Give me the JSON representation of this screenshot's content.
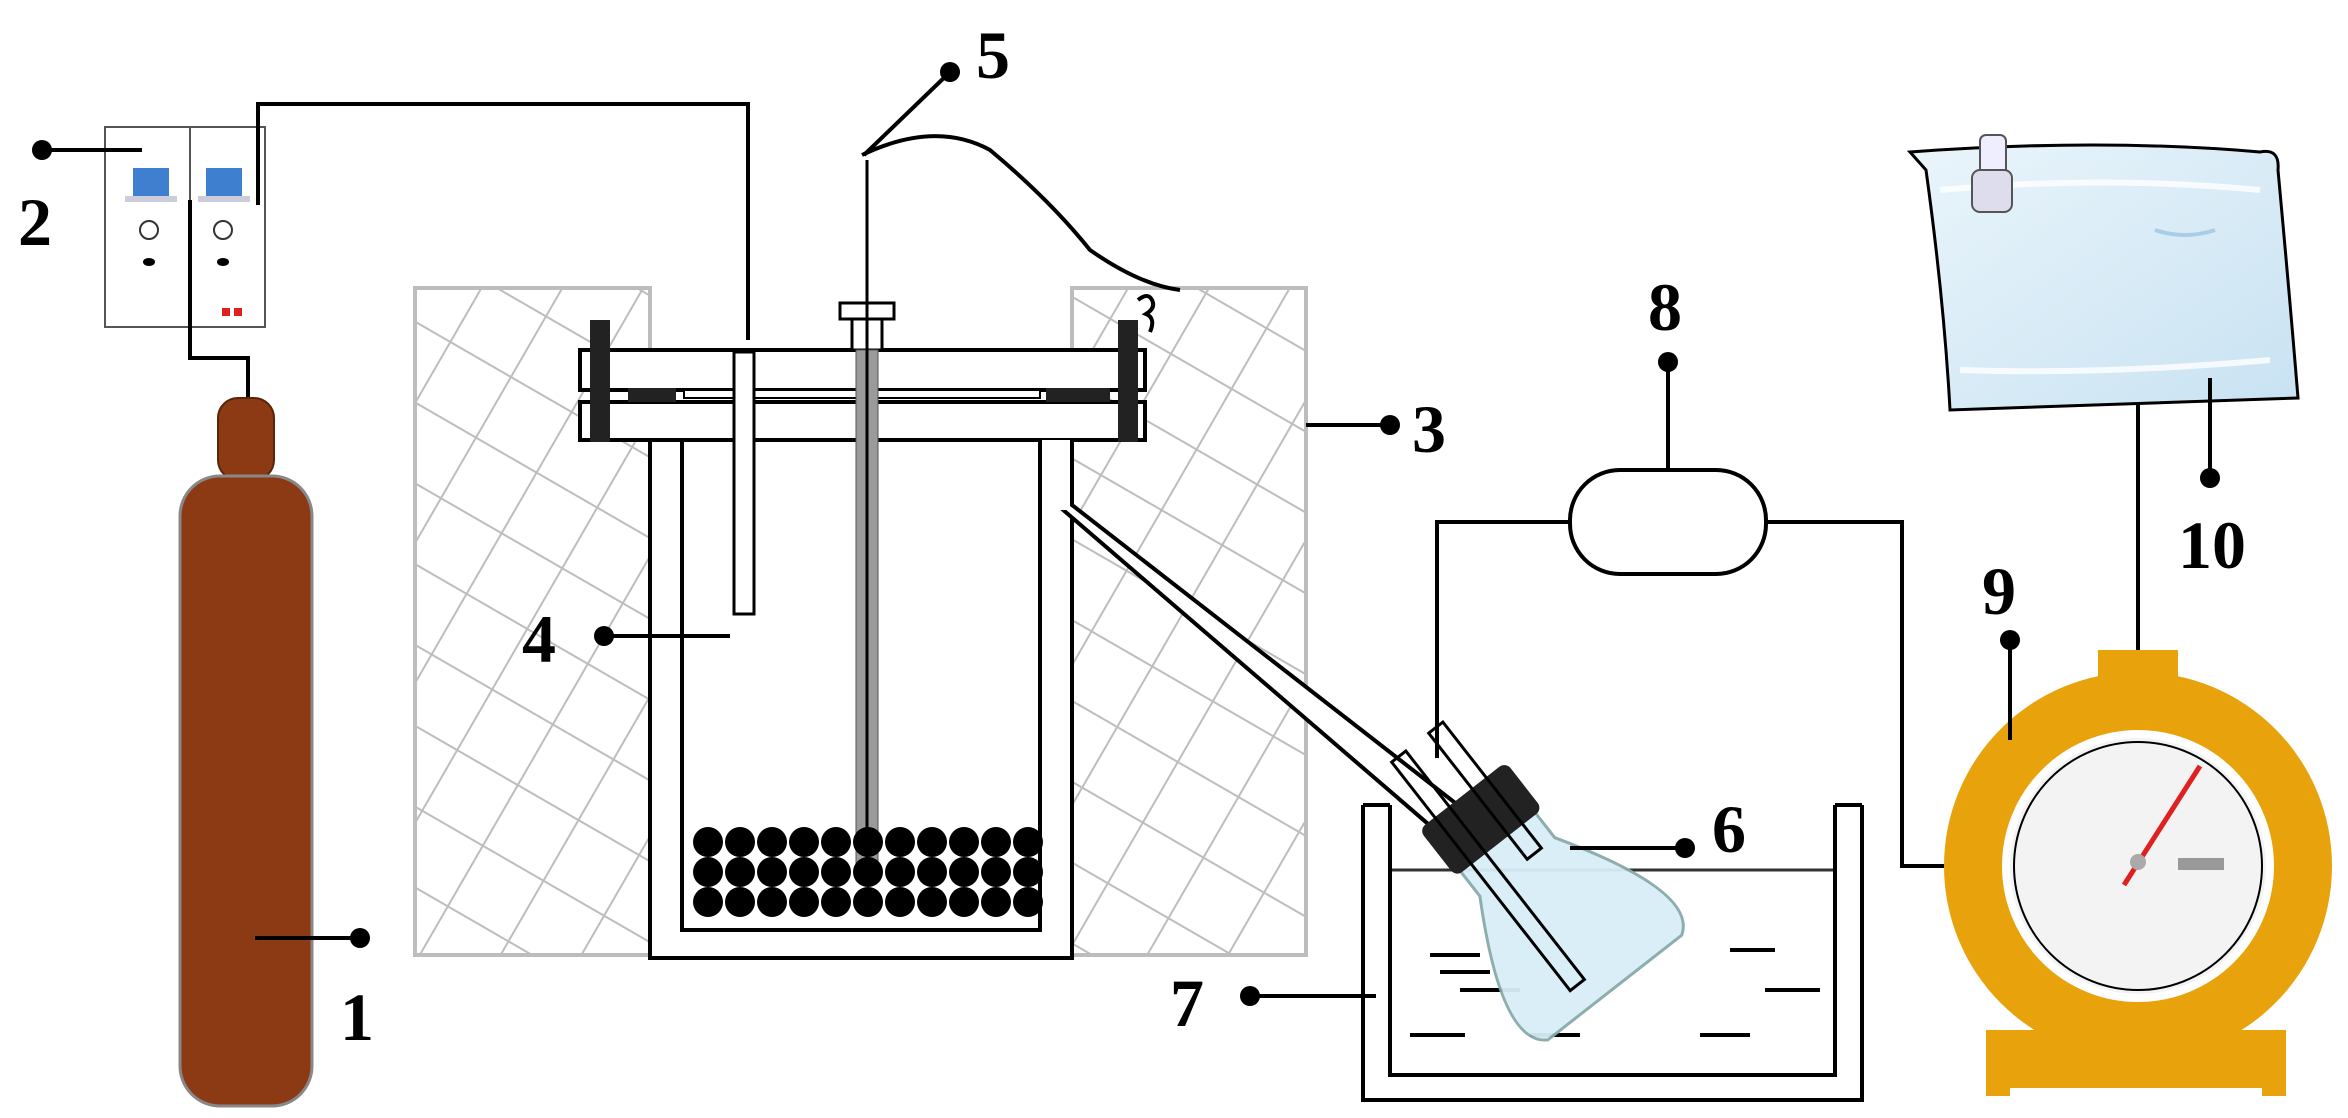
{
  "labels": {
    "l1": "1",
    "l2": "2",
    "l3": "3",
    "l4": "4",
    "l5": "5",
    "l6": "6",
    "l7": "7",
    "l8": "8",
    "l9": "9",
    "l10": "10"
  },
  "colors": {
    "cylinder": "#8b3a14",
    "gauge_body": "#e8a20c",
    "controller_screen": "#3f7fd0",
    "needle": "#e02020",
    "flask": "#d9eef7",
    "bag": "#dceef8",
    "hatch": "#bdbdbd"
  }
}
